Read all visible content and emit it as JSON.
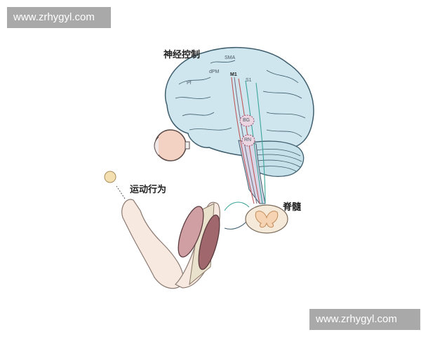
{
  "watermarks": {
    "top": "www.zrhygyl.com",
    "bottom": "www.zrhygyl.com"
  },
  "diagram": {
    "title": "神经控制",
    "labels": {
      "motor_behavior": "运动行为",
      "spinal_cord": "脊髓",
      "sma": "SMA",
      "dpm": "dPM",
      "m1": "M1",
      "s1": "S1",
      "pf": "Pf",
      "bg": "BG",
      "rn": "RN"
    },
    "colors": {
      "brain": "#cfe6ee",
      "brain_outline": "#3f5e6d",
      "pathway_red": "#c0575a",
      "pathway_teal": "#3aa59a",
      "spinal_gray": "#f6d3b2",
      "muscle": "#8a5a5e",
      "eye": "#f3d2c3",
      "target_dot": "#f3dfb0"
    }
  }
}
